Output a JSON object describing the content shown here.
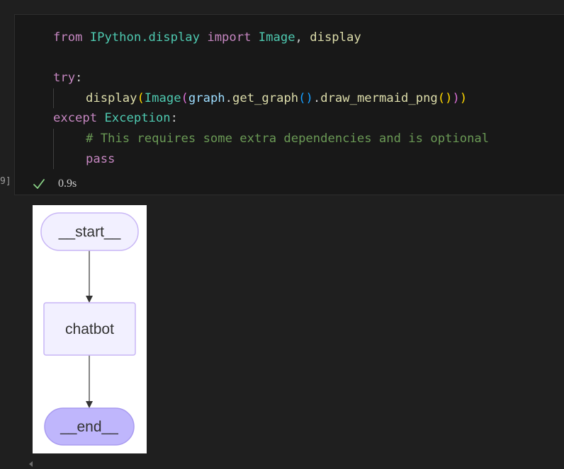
{
  "code_lines": [
    {
      "parts": [
        {
          "t": "from",
          "c": "kw-ctrl"
        },
        {
          "t": " ",
          "c": "punc"
        },
        {
          "t": "IPython.display",
          "c": "kw-mod"
        },
        {
          "t": " ",
          "c": "punc"
        },
        {
          "t": "import",
          "c": "kw-ctrl"
        },
        {
          "t": " ",
          "c": "punc"
        },
        {
          "t": "Image",
          "c": "cls"
        },
        {
          "t": ", ",
          "c": "punc"
        },
        {
          "t": "display",
          "c": "fn"
        }
      ],
      "indent": 0
    },
    {
      "parts": [],
      "indent": 0
    },
    {
      "parts": [
        {
          "t": "try",
          "c": "kw-ctrl"
        },
        {
          "t": ":",
          "c": "punc"
        }
      ],
      "indent": 0
    },
    {
      "parts": [
        {
          "t": "display",
          "c": "fn"
        },
        {
          "t": "(",
          "c": "b1"
        },
        {
          "t": "Image",
          "c": "cls"
        },
        {
          "t": "(",
          "c": "b2"
        },
        {
          "t": "graph",
          "c": "var"
        },
        {
          "t": ".",
          "c": "punc"
        },
        {
          "t": "get_graph",
          "c": "fn"
        },
        {
          "t": "()",
          "c": "b3"
        },
        {
          "t": ".",
          "c": "punc"
        },
        {
          "t": "draw_mermaid_png",
          "c": "fn"
        },
        {
          "t": "()",
          "c": "b1"
        },
        {
          "t": ")",
          "c": "b2"
        },
        {
          "t": ")",
          "c": "b1"
        }
      ],
      "indent": 1
    },
    {
      "parts": [
        {
          "t": "except",
          "c": "kw-ctrl"
        },
        {
          "t": " ",
          "c": "punc"
        },
        {
          "t": "Exception",
          "c": "cls"
        },
        {
          "t": ":",
          "c": "punc"
        }
      ],
      "indent": 0
    },
    {
      "parts": [
        {
          "t": "# This requires some extra dependencies and is optional",
          "c": "cmt"
        }
      ],
      "indent": 1
    },
    {
      "parts": [
        {
          "t": "pass",
          "c": "kw-ctrl"
        }
      ],
      "indent": 1
    }
  ],
  "execution_count_label": "9]",
  "status": {
    "time": "0.9s",
    "success_color": "#89d185"
  },
  "graph": {
    "nodes": [
      {
        "id": "start",
        "label": "__start__",
        "fill": "#f2f0ff",
        "stroke": "#c8b6f5",
        "shape": "pill"
      },
      {
        "id": "chatbot",
        "label": "chatbot",
        "fill": "#f2f0ff",
        "stroke": "#c8b6f5",
        "shape": "rect"
      },
      {
        "id": "end",
        "label": "__end__",
        "fill": "#bfb6fc",
        "stroke": "#a99bf0",
        "shape": "pill"
      }
    ],
    "edges": [
      {
        "from": "start",
        "to": "chatbot"
      },
      {
        "from": "chatbot",
        "to": "end"
      }
    ]
  }
}
